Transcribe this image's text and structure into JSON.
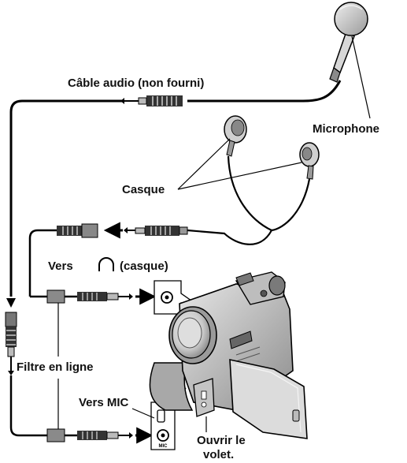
{
  "labels": {
    "audio_cable": "Câble audio (non fourni)",
    "microphone": "Microphone",
    "headphones": "Casque",
    "to_headphones_prefix": "Vers",
    "to_headphones_suffix": "(casque)",
    "inline_filter": "Filtre en ligne",
    "to_mic": "Vers MIC",
    "open_cover_line1": "Ouvrir le",
    "open_cover_line2": "volet.",
    "mic_jack_marking": "MIC"
  },
  "icons": {
    "headphone_symbol": "headphone-icon",
    "microphone": "microphone-icon",
    "camcorder": "camcorder-icon"
  }
}
